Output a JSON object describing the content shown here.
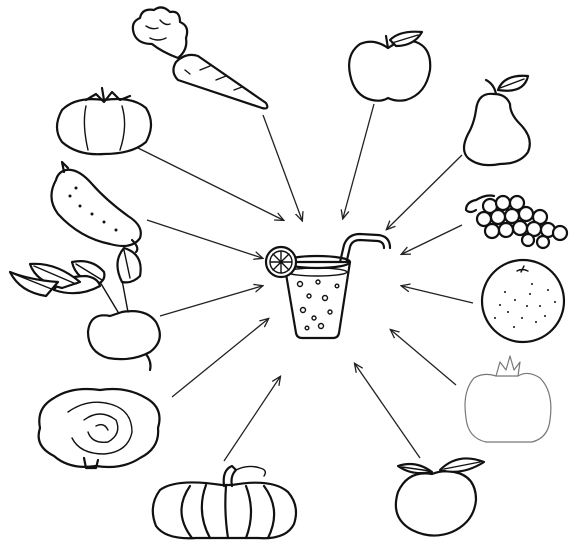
{
  "diagram": {
    "center": "juice-glass",
    "items": [
      {
        "name": "carrot",
        "kind": "vegetable"
      },
      {
        "name": "apple",
        "kind": "fruit"
      },
      {
        "name": "pear",
        "kind": "fruit"
      },
      {
        "name": "grapes",
        "kind": "fruit"
      },
      {
        "name": "orange",
        "kind": "fruit"
      },
      {
        "name": "pomegranate",
        "kind": "fruit"
      },
      {
        "name": "peach",
        "kind": "fruit"
      },
      {
        "name": "pumpkin",
        "kind": "vegetable"
      },
      {
        "name": "cabbage",
        "kind": "vegetable"
      },
      {
        "name": "beet",
        "kind": "vegetable"
      },
      {
        "name": "cucumber",
        "kind": "vegetable"
      },
      {
        "name": "tomato",
        "kind": "vegetable"
      }
    ],
    "arrow_count": 12,
    "line_color": "#111111",
    "background_color": "#ffffff"
  }
}
